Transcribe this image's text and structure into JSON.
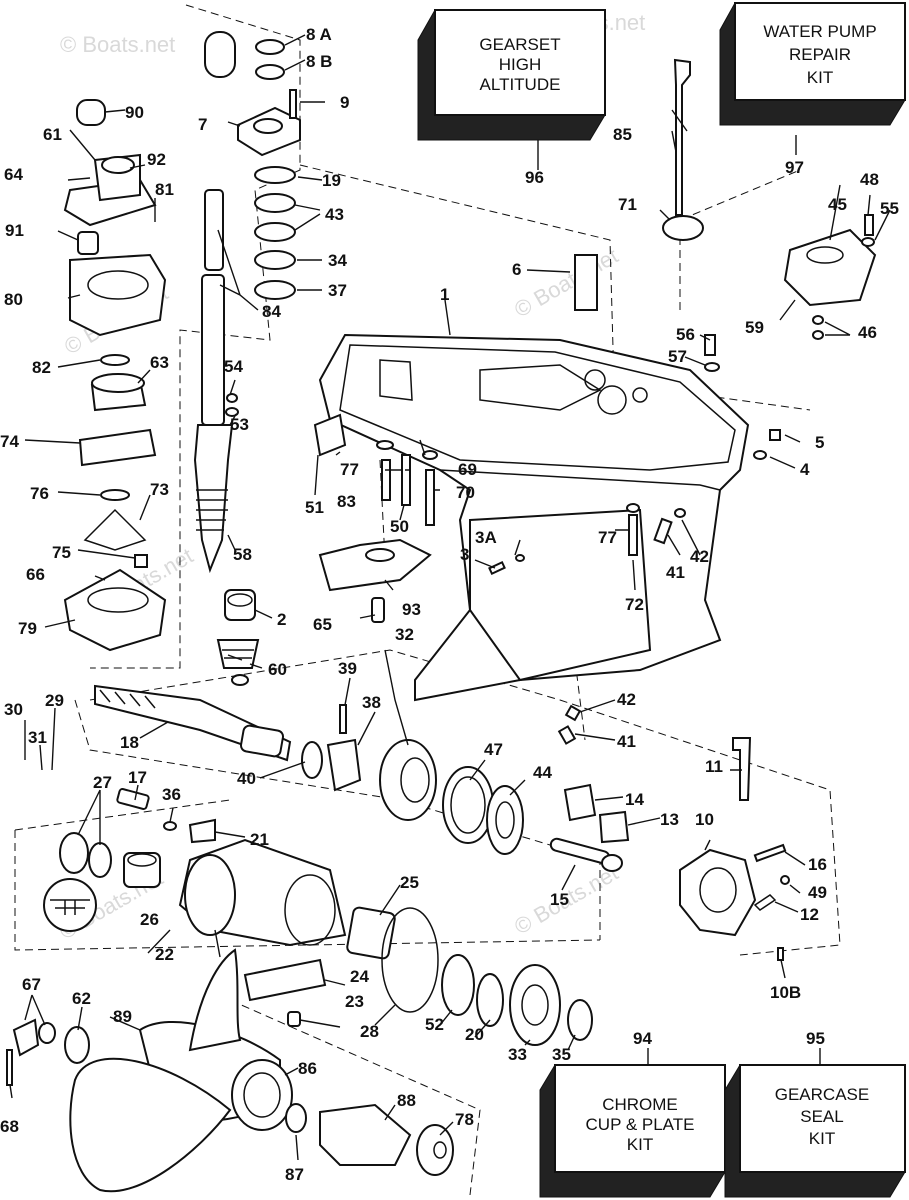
{
  "watermark": "© Boats.net",
  "kits": {
    "gearset_high_altitude": [
      "GEARSET",
      "HIGH",
      "ALTITUDE"
    ],
    "water_pump_repair_kit": [
      "WATER PUMP",
      "REPAIR",
      "KIT"
    ],
    "chrome_cup_plate_kit": [
      "CHROME",
      "CUP & PLATE",
      "KIT"
    ],
    "gearcase_seal_kit": [
      "GEARCASE",
      "SEAL",
      "KIT"
    ]
  },
  "callouts": {
    "p1": "1",
    "p2": "2",
    "p3": "3",
    "p3a": "3A",
    "p4": "4",
    "p5": "5",
    "p6": "6",
    "p7": "7",
    "p8a": "8 A",
    "p8b": "8 B",
    "p9": "9",
    "p10": "10",
    "p10b": "10B",
    "p11": "11",
    "p12": "12",
    "p13": "13",
    "p14": "14",
    "p15": "15",
    "p16": "16",
    "p17": "17",
    "p18": "18",
    "p19": "19",
    "p20": "20",
    "p21": "21",
    "p22": "22",
    "p23": "23",
    "p24": "24",
    "p25": "25",
    "p26": "26",
    "p27": "27",
    "p28": "28",
    "p29": "29",
    "p30": "30",
    "p31": "31",
    "p32": "32",
    "p33": "33",
    "p34": "34",
    "p35": "35",
    "p36": "36",
    "p37": "37",
    "p38": "38",
    "p39": "39",
    "p40": "40",
    "p41a": "41",
    "p41b": "41",
    "p42a": "42",
    "p42b": "42",
    "p43": "43",
    "p44": "44",
    "p45": "45",
    "p46": "46",
    "p47": "47",
    "p48": "48",
    "p49": "49",
    "p50": "50",
    "p51": "51",
    "p52": "52",
    "p53": "53",
    "p54": "54",
    "p55": "55",
    "p56": "56",
    "p57": "57",
    "p58": "58",
    "p59": "59",
    "p60": "60",
    "p61": "61",
    "p62": "62",
    "p63": "63",
    "p64": "64",
    "p65": "65",
    "p66": "66",
    "p67": "67",
    "p68": "68",
    "p69": "69",
    "p70": "70",
    "p71": "71",
    "p72": "72",
    "p73": "73",
    "p74": "74",
    "p75": "75",
    "p76": "76",
    "p77a": "77",
    "p77b": "77",
    "p78": "78",
    "p79": "79",
    "p80": "80",
    "p81": "81",
    "p82": "82",
    "p83": "83",
    "p84": "84",
    "p85": "85",
    "p86": "86",
    "p87": "87",
    "p88": "88",
    "p89": "89",
    "p90": "90",
    "p91": "91",
    "p92": "92",
    "p93": "93",
    "p94": "94",
    "p95": "95",
    "p96": "96",
    "p97": "97"
  }
}
